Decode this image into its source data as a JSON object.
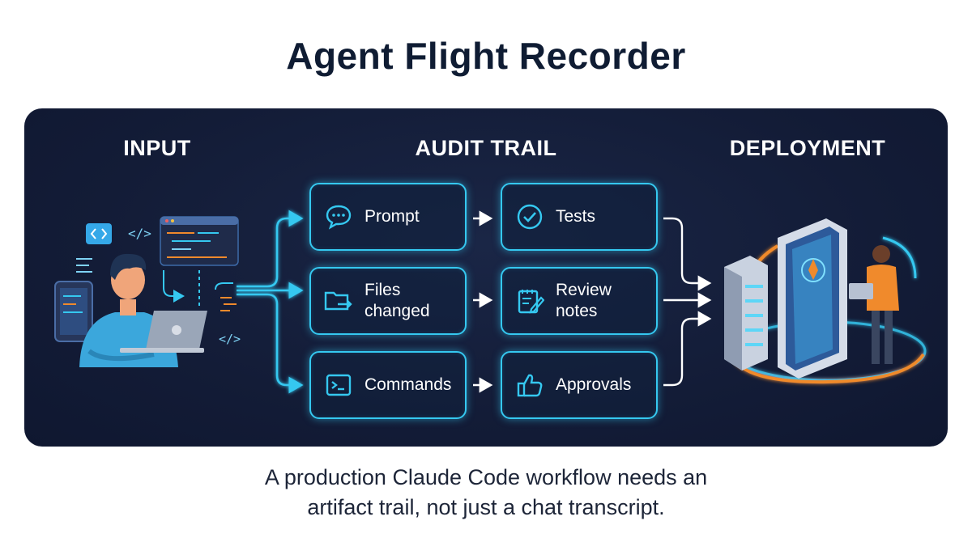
{
  "title": "Agent Flight Recorder",
  "columns": {
    "input": "INPUT",
    "audit": "AUDIT TRAIL",
    "deployment": "DEPLOYMENT"
  },
  "cards": [
    {
      "label": "Prompt",
      "icon": "chat-bubble-icon"
    },
    {
      "label": "Tests",
      "icon": "check-circle-icon"
    },
    {
      "label": "Files\nchanged",
      "icon": "folder-arrow-icon"
    },
    {
      "label": "Review\nnotes",
      "icon": "notepad-pencil-icon"
    },
    {
      "label": "Commands",
      "icon": "terminal-icon"
    },
    {
      "label": "Approvals",
      "icon": "thumbs-up-icon"
    }
  ],
  "caption": {
    "line1": "A production Claude Code workflow needs an",
    "line2": "artifact trail, not just a chat transcript."
  },
  "colors": {
    "panel": "#131c37",
    "accent": "#35c8f0",
    "orange": "#f08a2c",
    "title": "#0f1c33"
  }
}
